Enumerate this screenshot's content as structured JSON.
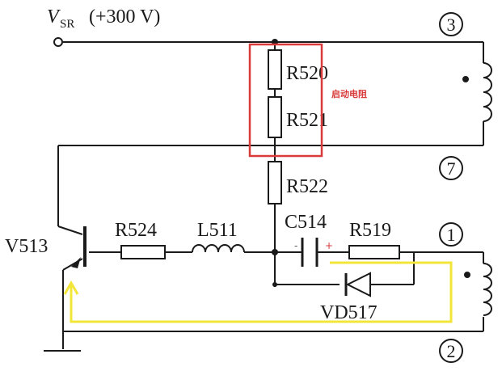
{
  "supply": {
    "symbol": "V",
    "subscript": "SR",
    "value": "(+300 V)"
  },
  "terminals": {
    "t3": "3",
    "t7": "7",
    "t1": "1",
    "t2": "2"
  },
  "components": {
    "r520": "R520",
    "r521": "R521",
    "r522": "R522",
    "r524": "R524",
    "l511": "L511",
    "c514": "C514",
    "r519": "R519",
    "v513": "V513",
    "vd517": "VD517"
  },
  "capacitor_polarity": {
    "left": "-",
    "right": "+"
  },
  "annotation": {
    "startup_resistor": "启动电阻"
  },
  "colors": {
    "wire": "#1a1a1a",
    "highlight_box": "#d93a3a",
    "current_path": "#f2e63a",
    "annotation_text": "#d93a3a",
    "polarity_plus": "#d93a3a",
    "polarity_minus": "#555555"
  }
}
